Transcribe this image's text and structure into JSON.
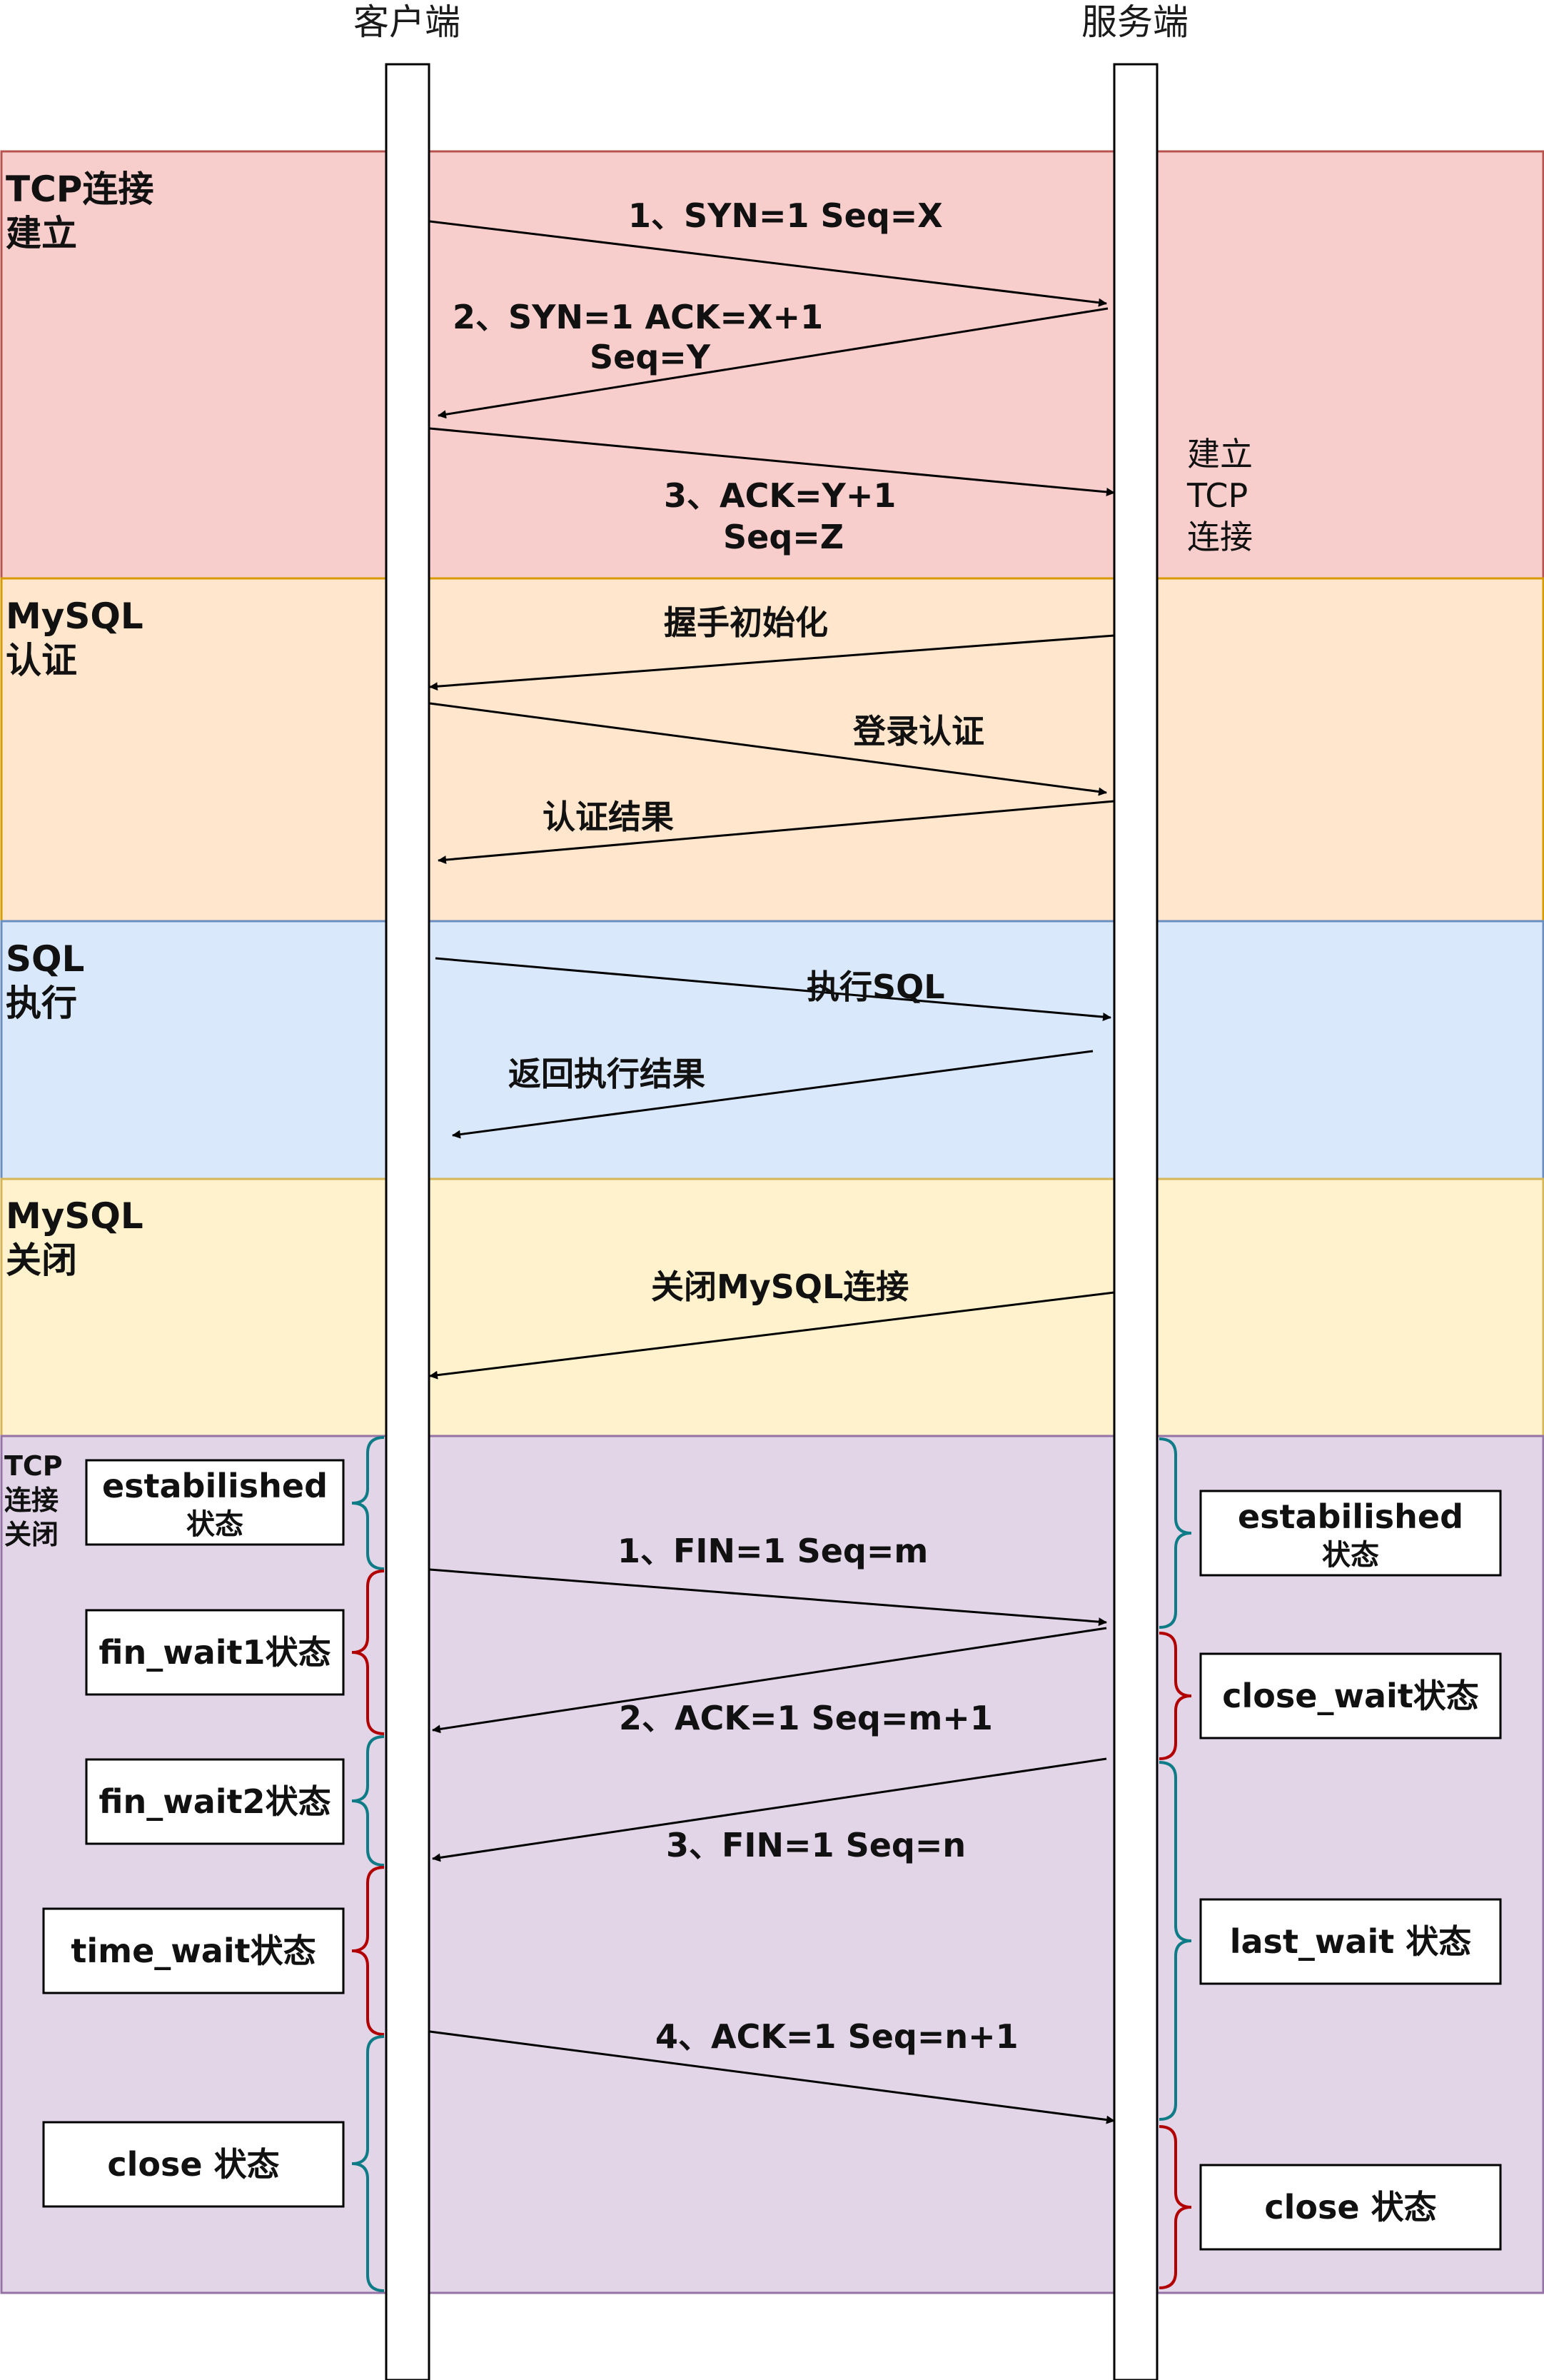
{
  "participants": {
    "client": "客户端",
    "server": "服务端"
  },
  "bands": [
    {
      "key": "tcp_connect",
      "title_line1": "TCP连接",
      "title_line2": "建立",
      "fill": "#f8cecc",
      "stroke": "#b85450"
    },
    {
      "key": "mysql_auth",
      "title_line1": "MySQL",
      "title_line2": "认证",
      "fill": "#ffe6cc",
      "stroke": "#d79b00"
    },
    {
      "key": "sql_exec",
      "title_line1": "SQL",
      "title_line2": "执行",
      "fill": "#dae8fc",
      "stroke": "#6c8ebf"
    },
    {
      "key": "mysql_close",
      "title_line1": "MySQL",
      "title_line2": "关闭",
      "fill": "#fff2cc",
      "stroke": "#d6b656"
    },
    {
      "key": "tcp_close",
      "title_line1": "TCP",
      "title_line2": "连接",
      "title_line3": "关闭",
      "fill": "#e1d5e7",
      "stroke": "#9673a6"
    }
  ],
  "messages": {
    "syn": {
      "line1": "1、SYN=1 Seq=X"
    },
    "syn_ack": {
      "line1": "2、SYN=1  ACK=X+1",
      "line2": "Seq=Y"
    },
    "ack": {
      "line1": "3、ACK=Y+1",
      "line2": "Seq=Z"
    },
    "handshake_init": "握手初始化",
    "login_auth": "登录认证",
    "auth_result": "认证结果",
    "exec_sql": "执行SQL",
    "return_result": "返回执行结果",
    "close_mysql": "关闭MySQL连接",
    "fin1": "1、FIN=1 Seq=m",
    "ack2": "2、ACK=1 Seq=m+1",
    "fin3": "3、FIN=1 Seq=n",
    "ack4": "4、ACK=1 Seq=n+1"
  },
  "server_note": {
    "line1": "建立",
    "line2": "TCP",
    "line3": "连接"
  },
  "client_states": [
    {
      "line1": "estabilished",
      "line2": "状态"
    },
    {
      "line1": "fin_wait1状态"
    },
    {
      "line1": "fin_wait2状态"
    },
    {
      "line1": "time_wait状态"
    },
    {
      "line1": "close 状态"
    }
  ],
  "server_states": [
    {
      "line1": "estabilished",
      "line2": "状态"
    },
    {
      "line1": "close_wait状态"
    },
    {
      "line1": "last_wait 状态"
    },
    {
      "line1": "close 状态"
    }
  ],
  "colors": {
    "brace_teal": "#0e7c86",
    "brace_red": "#b20000",
    "line": "#000000"
  }
}
